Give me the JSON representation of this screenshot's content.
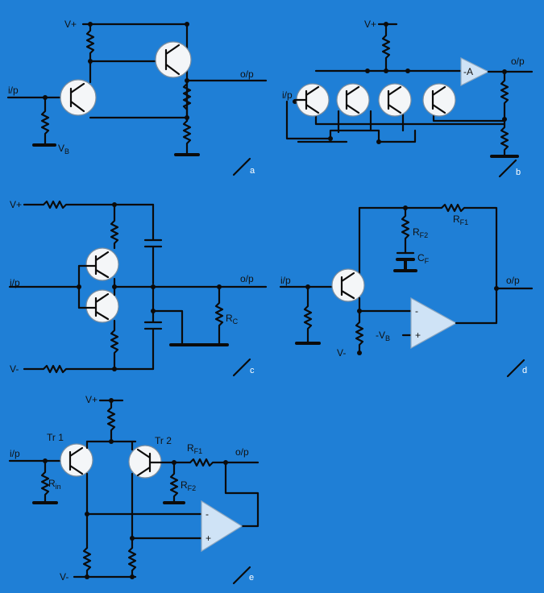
{
  "colors": {
    "background": "#1f7fd6",
    "wire": "#0b0b0b",
    "transistor_fill": "#f4f6f8",
    "amp_fill": "#cfe3f6"
  },
  "panels": {
    "a": {
      "tag": "a",
      "vplus": "V+",
      "input": "i/p",
      "output": "o/p",
      "vb": "V",
      "vb_sub": "B"
    },
    "b": {
      "tag": "b",
      "vplus": "V+",
      "input": "i/p",
      "output": "o/p",
      "amp": "-A"
    },
    "c": {
      "tag": "c",
      "vplus": "V+",
      "vminus": "V-",
      "input": "i/p",
      "output": "o/p",
      "rc": "R",
      "rc_sub": "C"
    },
    "d": {
      "tag": "d",
      "input": "i/p",
      "output": "o/p",
      "rf1": "R",
      "rf1_sub": "F1",
      "rf2": "R",
      "rf2_sub": "F2",
      "cf": "C",
      "cf_sub": "F",
      "vb": "-V",
      "vb_sub": "B",
      "vminus": "V-",
      "minus": "-",
      "plus": "+"
    },
    "e": {
      "tag": "e",
      "vplus": "V+",
      "vminus": "V-",
      "input": "i/p",
      "output": "o/p",
      "tr1": "Tr 1",
      "tr2": "Tr 2",
      "rf1": "R",
      "rf1_sub": "F1",
      "rf2": "R",
      "rf2_sub": "F2",
      "rin": "R",
      "rin_sub": "in",
      "minus": "-",
      "plus": "+"
    }
  }
}
